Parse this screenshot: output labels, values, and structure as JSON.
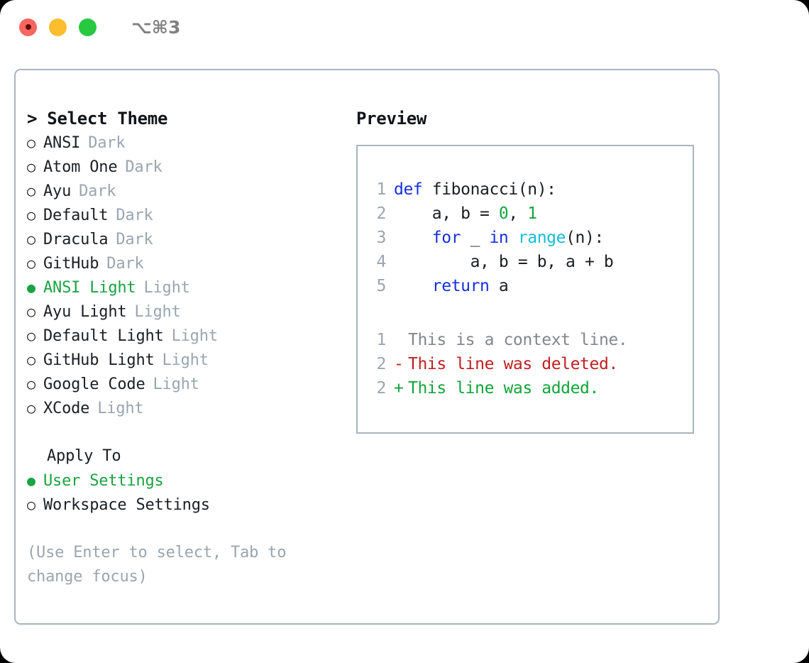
{
  "titlebar": {
    "lights": [
      {
        "name": "close-button",
        "color": "#f9655f"
      },
      {
        "name": "minimize-button",
        "color": "#fcbd2e"
      },
      {
        "name": "maximize-button",
        "color": "#28c840"
      }
    ],
    "shortcut": "⌥⌘3"
  },
  "left": {
    "header": "> Select Theme",
    "themes": [
      {
        "bullet": "○",
        "name": "ANSI",
        "kind": "Dark",
        "selected": false
      },
      {
        "bullet": "○",
        "name": "Atom One",
        "kind": "Dark",
        "selected": false
      },
      {
        "bullet": "○",
        "name": "Ayu",
        "kind": "Dark",
        "selected": false
      },
      {
        "bullet": "○",
        "name": "Default",
        "kind": "Dark",
        "selected": false
      },
      {
        "bullet": "○",
        "name": "Dracula",
        "kind": "Dark",
        "selected": false
      },
      {
        "bullet": "○",
        "name": "GitHub",
        "kind": "Dark",
        "selected": false
      },
      {
        "bullet": "●",
        "name": "ANSI Light",
        "kind": "Light",
        "selected": true
      },
      {
        "bullet": "○",
        "name": "Ayu Light",
        "kind": "Light",
        "selected": false
      },
      {
        "bullet": "○",
        "name": "Default Light",
        "kind": "Light",
        "selected": false
      },
      {
        "bullet": "○",
        "name": "GitHub Light",
        "kind": "Light",
        "selected": false
      },
      {
        "bullet": "○",
        "name": "Google Code",
        "kind": "Light",
        "selected": false
      },
      {
        "bullet": "○",
        "name": "XCode",
        "kind": "Light",
        "selected": false
      }
    ],
    "apply_to_header": "Apply To",
    "apply_to": [
      {
        "bullet": "●",
        "name": "User Settings",
        "selected": true
      },
      {
        "bullet": "○",
        "name": "Workspace Settings",
        "selected": false
      }
    ],
    "hint": "(Use Enter to select, Tab to change focus)"
  },
  "right": {
    "header": "Preview",
    "code": [
      {
        "num": "1",
        "tokens": [
          {
            "t": "def",
            "c": "kw"
          },
          {
            "t": " fibonacci(n):",
            "c": "code-txt"
          }
        ]
      },
      {
        "num": "2",
        "tokens": [
          {
            "t": "    a, b = ",
            "c": "code-txt"
          },
          {
            "t": "0",
            "c": "num"
          },
          {
            "t": ", ",
            "c": "code-txt"
          },
          {
            "t": "1",
            "c": "num"
          }
        ]
      },
      {
        "num": "3",
        "tokens": [
          {
            "t": "    ",
            "c": "code-txt"
          },
          {
            "t": "for",
            "c": "kw"
          },
          {
            "t": " _ ",
            "c": "code-txt"
          },
          {
            "t": "in",
            "c": "kw"
          },
          {
            "t": " ",
            "c": "code-txt"
          },
          {
            "t": "range",
            "c": "fn"
          },
          {
            "t": "(n):",
            "c": "code-txt"
          }
        ]
      },
      {
        "num": "4",
        "tokens": [
          {
            "t": "        a, b = b, a + b",
            "c": "code-txt"
          }
        ]
      },
      {
        "num": "5",
        "tokens": [
          {
            "t": "    ",
            "c": "code-txt"
          },
          {
            "t": "return",
            "c": "kw"
          },
          {
            "t": " a",
            "c": "code-txt"
          }
        ]
      }
    ],
    "diff": [
      {
        "num": "1",
        "sign": " ",
        "text": "This is a context line.",
        "kind": "ctx"
      },
      {
        "num": "2",
        "sign": "-",
        "text": "This line was deleted.",
        "kind": "del"
      },
      {
        "num": "2",
        "sign": "+",
        "text": "This line was added.",
        "kind": "add"
      }
    ]
  },
  "colors": {
    "accent_green": "#19a341",
    "muted_gray": "#9aa5b1",
    "border": "#a9b4c0",
    "keyword_blue": "#1430e0",
    "function_cyan": "#11bdd8",
    "number_green": "#11a53a",
    "diff_del_red": "#c02020",
    "diff_add_green": "#11a53a",
    "background": "#ffffff"
  }
}
